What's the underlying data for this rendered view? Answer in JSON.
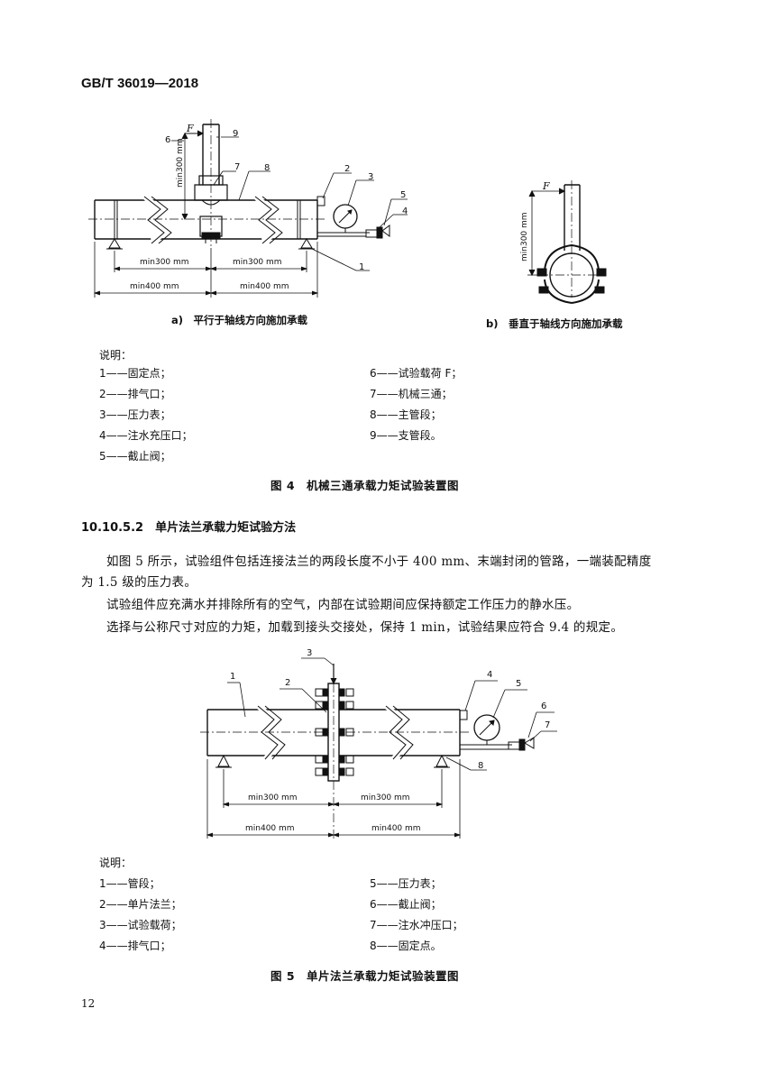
{
  "header": {
    "standard": "GB/T 36019—2018"
  },
  "figure4": {
    "sub_a_caption": "a)　平行于轴线方向施加承载",
    "sub_b_caption": "b)　垂直于轴线方向施加承载",
    "force_label": "F",
    "dim_min300_vertical": "min300 mm",
    "dim_min300_left": "min300 mm",
    "dim_min300_right": "min300 mm",
    "dim_min400_left": "min400 mm",
    "dim_min400_right": "min400 mm",
    "callouts": [
      "1",
      "2",
      "3",
      "4",
      "5",
      "6",
      "7",
      "8",
      "9"
    ],
    "legend_title": "说明：",
    "legend_left": [
      "1——固定点；",
      "2——排气口；",
      "3——压力表；",
      "4——注水充压口；",
      "5——截止阀；"
    ],
    "legend_right": [
      "6——试验载荷 F；",
      "7——机械三通；",
      "8——主管段；",
      "9——支管段。"
    ],
    "caption": "图 4　机械三通承载力矩试验装置图"
  },
  "section": {
    "heading": "10.10.5.2　单片法兰承载力矩试验方法",
    "paragraphs": [
      "如图 5 所示，试验组件包括连接法兰的两段长度不小于 400 mm、末端封闭的管路，一端装配精度",
      "为 1.5 级的压力表。",
      "试验组件应充满水并排除所有的空气，内部在试验期间应保持额定工作压力的静水压。",
      "选择与公称尺寸对应的力矩，加载到接头交接处，保持 1 min，试验结果应符合 9.4 的规定。"
    ]
  },
  "figure5": {
    "dim_min300_left": "min300 mm",
    "dim_min300_right": "min300 mm",
    "dim_min400_left": "min400 mm",
    "dim_min400_right": "min400 mm",
    "callouts": [
      "1",
      "2",
      "3",
      "4",
      "5",
      "6",
      "7",
      "8"
    ],
    "legend_title": "说明：",
    "legend_left": [
      "1——管段；",
      "2——单片法兰；",
      "3——试验载荷；",
      "4——排气口；"
    ],
    "legend_right": [
      "5——压力表；",
      "6——截止阀；",
      "7——注水冲压口；",
      "8——固定点。"
    ],
    "caption": "图 5　单片法兰承载力矩试验装置图"
  },
  "footer": {
    "page_number": "12"
  }
}
